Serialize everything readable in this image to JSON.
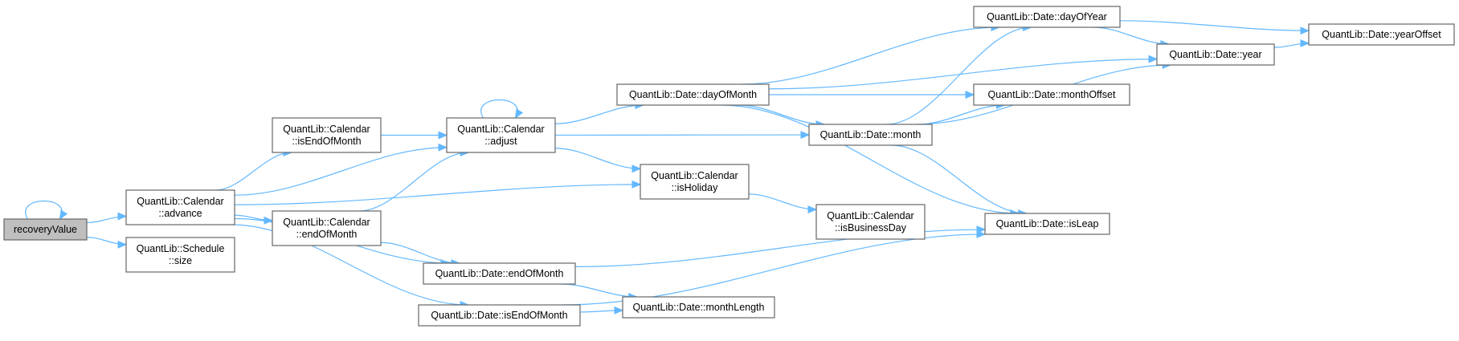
{
  "nodes": {
    "recoveryValue": {
      "lines": [
        "recoveryValue"
      ],
      "root": true
    },
    "advance": {
      "lines": [
        "QuantLib::Calendar",
        "::advance"
      ]
    },
    "size": {
      "lines": [
        "QuantLib::Schedule",
        "::size"
      ]
    },
    "cal_isEndOfMonth": {
      "lines": [
        "QuantLib::Calendar",
        "::isEndOfMonth"
      ]
    },
    "cal_endOfMonth": {
      "lines": [
        "QuantLib::Calendar",
        "::endOfMonth"
      ]
    },
    "adjust": {
      "lines": [
        "QuantLib::Calendar",
        "::adjust"
      ]
    },
    "date_endOfMonth": {
      "lines": [
        "QuantLib::Date::endOfMonth"
      ]
    },
    "date_isEndOfMonth": {
      "lines": [
        "QuantLib::Date::isEndOfMonth"
      ]
    },
    "dayOfMonth": {
      "lines": [
        "QuantLib::Date::dayOfMonth"
      ]
    },
    "isHoliday": {
      "lines": [
        "QuantLib::Calendar",
        "::isHoliday"
      ]
    },
    "monthLength": {
      "lines": [
        "QuantLib::Date::monthLength"
      ]
    },
    "month": {
      "lines": [
        "QuantLib::Date::month"
      ]
    },
    "isBusinessDay": {
      "lines": [
        "QuantLib::Calendar",
        "::isBusinessDay"
      ]
    },
    "dayOfYear": {
      "lines": [
        "QuantLib::Date::dayOfYear"
      ]
    },
    "monthOffset": {
      "lines": [
        "QuantLib::Date::monthOffset"
      ]
    },
    "isLeap": {
      "lines": [
        "QuantLib::Date::isLeap"
      ]
    },
    "year": {
      "lines": [
        "QuantLib::Date::year"
      ]
    },
    "yearOffset": {
      "lines": [
        "QuantLib::Date::yearOffset"
      ]
    }
  },
  "edges": [
    [
      "recoveryValue",
      "recoveryValue"
    ],
    [
      "recoveryValue",
      "advance"
    ],
    [
      "recoveryValue",
      "size"
    ],
    [
      "advance",
      "adjust"
    ],
    [
      "advance",
      "cal_isEndOfMonth"
    ],
    [
      "advance",
      "cal_endOfMonth"
    ],
    [
      "advance",
      "isHoliday"
    ],
    [
      "advance",
      "date_endOfMonth"
    ],
    [
      "advance",
      "date_isEndOfMonth"
    ],
    [
      "cal_isEndOfMonth",
      "adjust"
    ],
    [
      "cal_endOfMonth",
      "adjust"
    ],
    [
      "cal_endOfMonth",
      "date_endOfMonth"
    ],
    [
      "adjust",
      "adjust"
    ],
    [
      "adjust",
      "dayOfMonth"
    ],
    [
      "adjust",
      "isHoliday"
    ],
    [
      "adjust",
      "month"
    ],
    [
      "date_endOfMonth",
      "isLeap"
    ],
    [
      "date_endOfMonth",
      "monthLength"
    ],
    [
      "date_isEndOfMonth",
      "monthLength"
    ],
    [
      "date_isEndOfMonth",
      "isLeap"
    ],
    [
      "dayOfMonth",
      "dayOfYear"
    ],
    [
      "dayOfMonth",
      "year"
    ],
    [
      "dayOfMonth",
      "monthOffset"
    ],
    [
      "dayOfMonth",
      "month"
    ],
    [
      "dayOfMonth",
      "isLeap"
    ],
    [
      "isHoliday",
      "isBusinessDay"
    ],
    [
      "month",
      "dayOfYear"
    ],
    [
      "month",
      "monthOffset"
    ],
    [
      "month",
      "year"
    ],
    [
      "month",
      "isLeap"
    ],
    [
      "dayOfYear",
      "year"
    ],
    [
      "dayOfYear",
      "yearOffset"
    ],
    [
      "year",
      "yearOffset"
    ]
  ]
}
